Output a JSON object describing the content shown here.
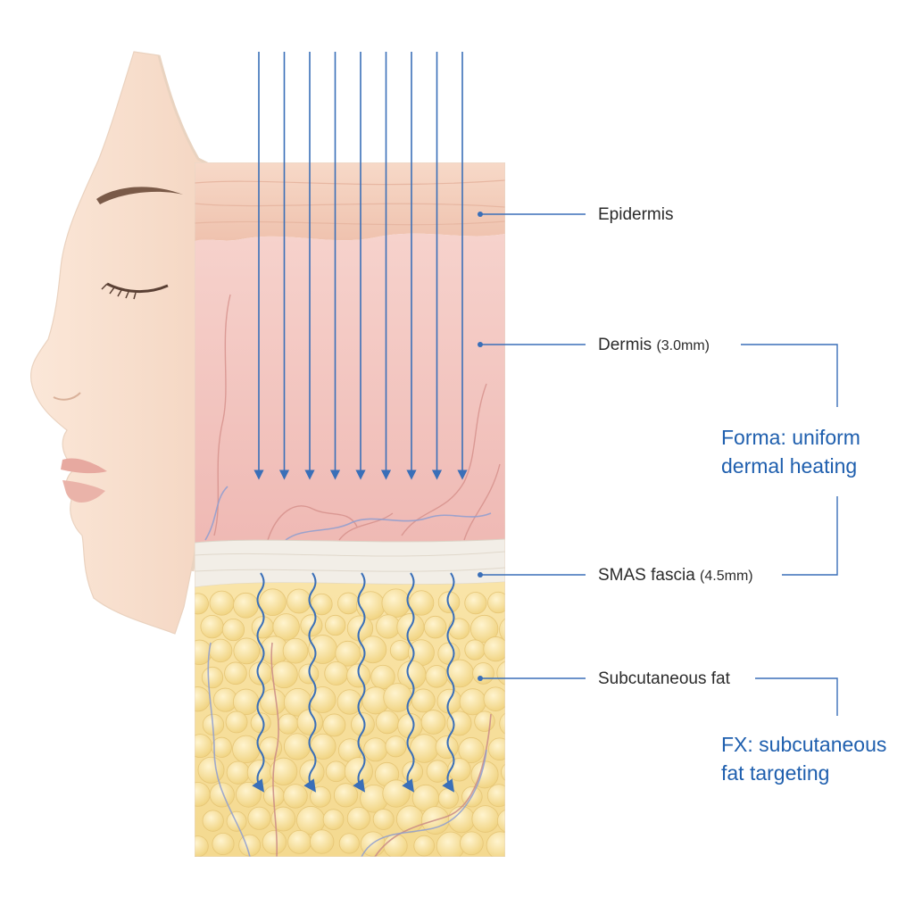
{
  "layers": [
    {
      "id": "epidermis",
      "name": "Epidermis",
      "depth": ""
    },
    {
      "id": "dermis",
      "name": "Dermis",
      "depth": "(3.0mm)"
    },
    {
      "id": "smas",
      "name": "SMAS fascia",
      "depth": "(4.5mm)"
    },
    {
      "id": "fat",
      "name": "Subcutaneous fat",
      "depth": ""
    }
  ],
  "callouts": {
    "forma": {
      "line1": "Forma: uniform",
      "line2": "dermal heating"
    },
    "fx": {
      "line1": "FX: subcutaneous",
      "line2": "fat targeting"
    }
  },
  "colors": {
    "accent_blue": "#1f5fae",
    "arrow_blue": "#3a6fb8",
    "epidermis": "#f2c9b8",
    "dermis": "#f3c7c4",
    "smas": "#f1ede6",
    "fat": "#f7df9e",
    "skin": "#f9e4d4"
  },
  "energy": {
    "straight_arrow_count": 9,
    "wavy_arrow_count": 5
  }
}
